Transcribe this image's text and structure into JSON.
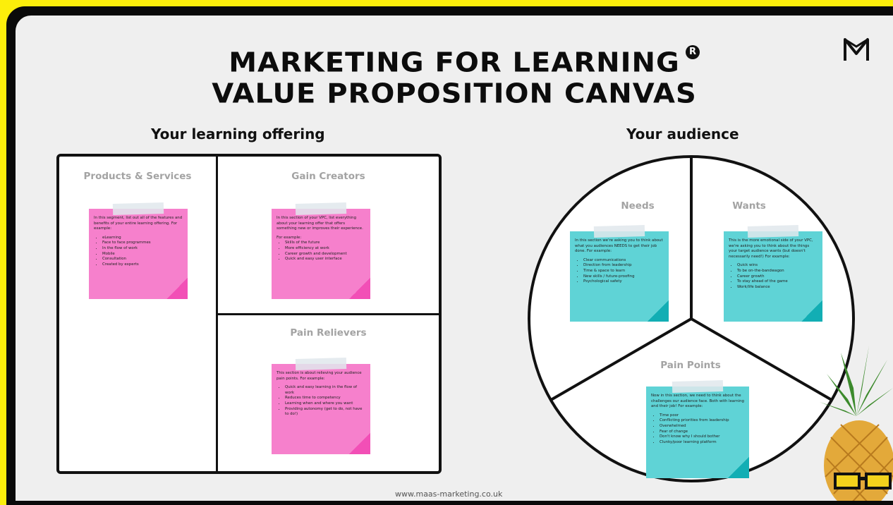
{
  "header": {
    "title_line1": "MARKETING FOR LEARNING",
    "title_line2": "VALUE PROPOSITION CANVAS",
    "registered_mark": "R",
    "logo_icon": "maas-m-logo-icon"
  },
  "offering": {
    "title": "Your learning offering",
    "products": {
      "label": "Products & Services",
      "note_intro": "In this segment, list out all of the features and benefits of your entire learning offering. For example:",
      "note_items": [
        "eLearning",
        "Face to face programmes",
        "In the flow of work",
        "Mobile",
        "Consultation",
        "Created by experts"
      ]
    },
    "gain_creators": {
      "label": "Gain Creators",
      "note_intro": "In this section of your VPC, list everything about your learning offer that offers something new or improves their experience.",
      "note_intro2": "For example:",
      "note_items": [
        "Skills of the future",
        "More efficiency at work",
        "Career growth and development",
        "Quick and easy user interface"
      ]
    },
    "pain_relievers": {
      "label": "Pain Relievers",
      "note_intro": "This section is about relieving your audience pain points. For example:",
      "note_items": [
        "Quick and easy learning in the flow of work",
        "Reduces time to competency",
        "Learning when and where you want",
        "Providing autonomy (get to do, not have to do!)"
      ]
    }
  },
  "audience": {
    "title": "Your audience",
    "needs": {
      "label": "Needs",
      "note_intro": "In this section we're asking you to think about what you audiences NEEDS to get their job done. For example:",
      "note_items": [
        "Clear communications",
        "Direction from leadership",
        "Time & space to learn",
        "New skills / future-proofing",
        "Psychological safety"
      ]
    },
    "wants": {
      "label": "Wants",
      "note_intro": "This is the more emotional side of your VPC, we're asking you to think about the things your target audience wants (but doesn't necessarily need!) For example:",
      "note_items": [
        "Quick wins",
        "To be on-the-bandwagon",
        "Career growth",
        "To stay ahead of the game",
        "Work/life balance"
      ]
    },
    "pain_points": {
      "label": "Pain Points",
      "note_intro": "Now in this section, we need to think about the challenges our audience face. Both with learning and their job! For example:",
      "note_items": [
        "Time poor",
        "Conflicting priorities from leadership",
        "Overwhelmed",
        "Fear of change",
        "Don't know why I should bother",
        "Clunky/poor learning platform"
      ]
    }
  },
  "footer": {
    "url": "www.maas-marketing.co.uk"
  },
  "colors": {
    "frame": "#fcee0b",
    "pink_note": "#f680cc",
    "cyan_note": "#5fd3d6",
    "label_grey": "#a3a3a3"
  },
  "decorations": {
    "mascot": "pineapple-with-sunglasses"
  }
}
